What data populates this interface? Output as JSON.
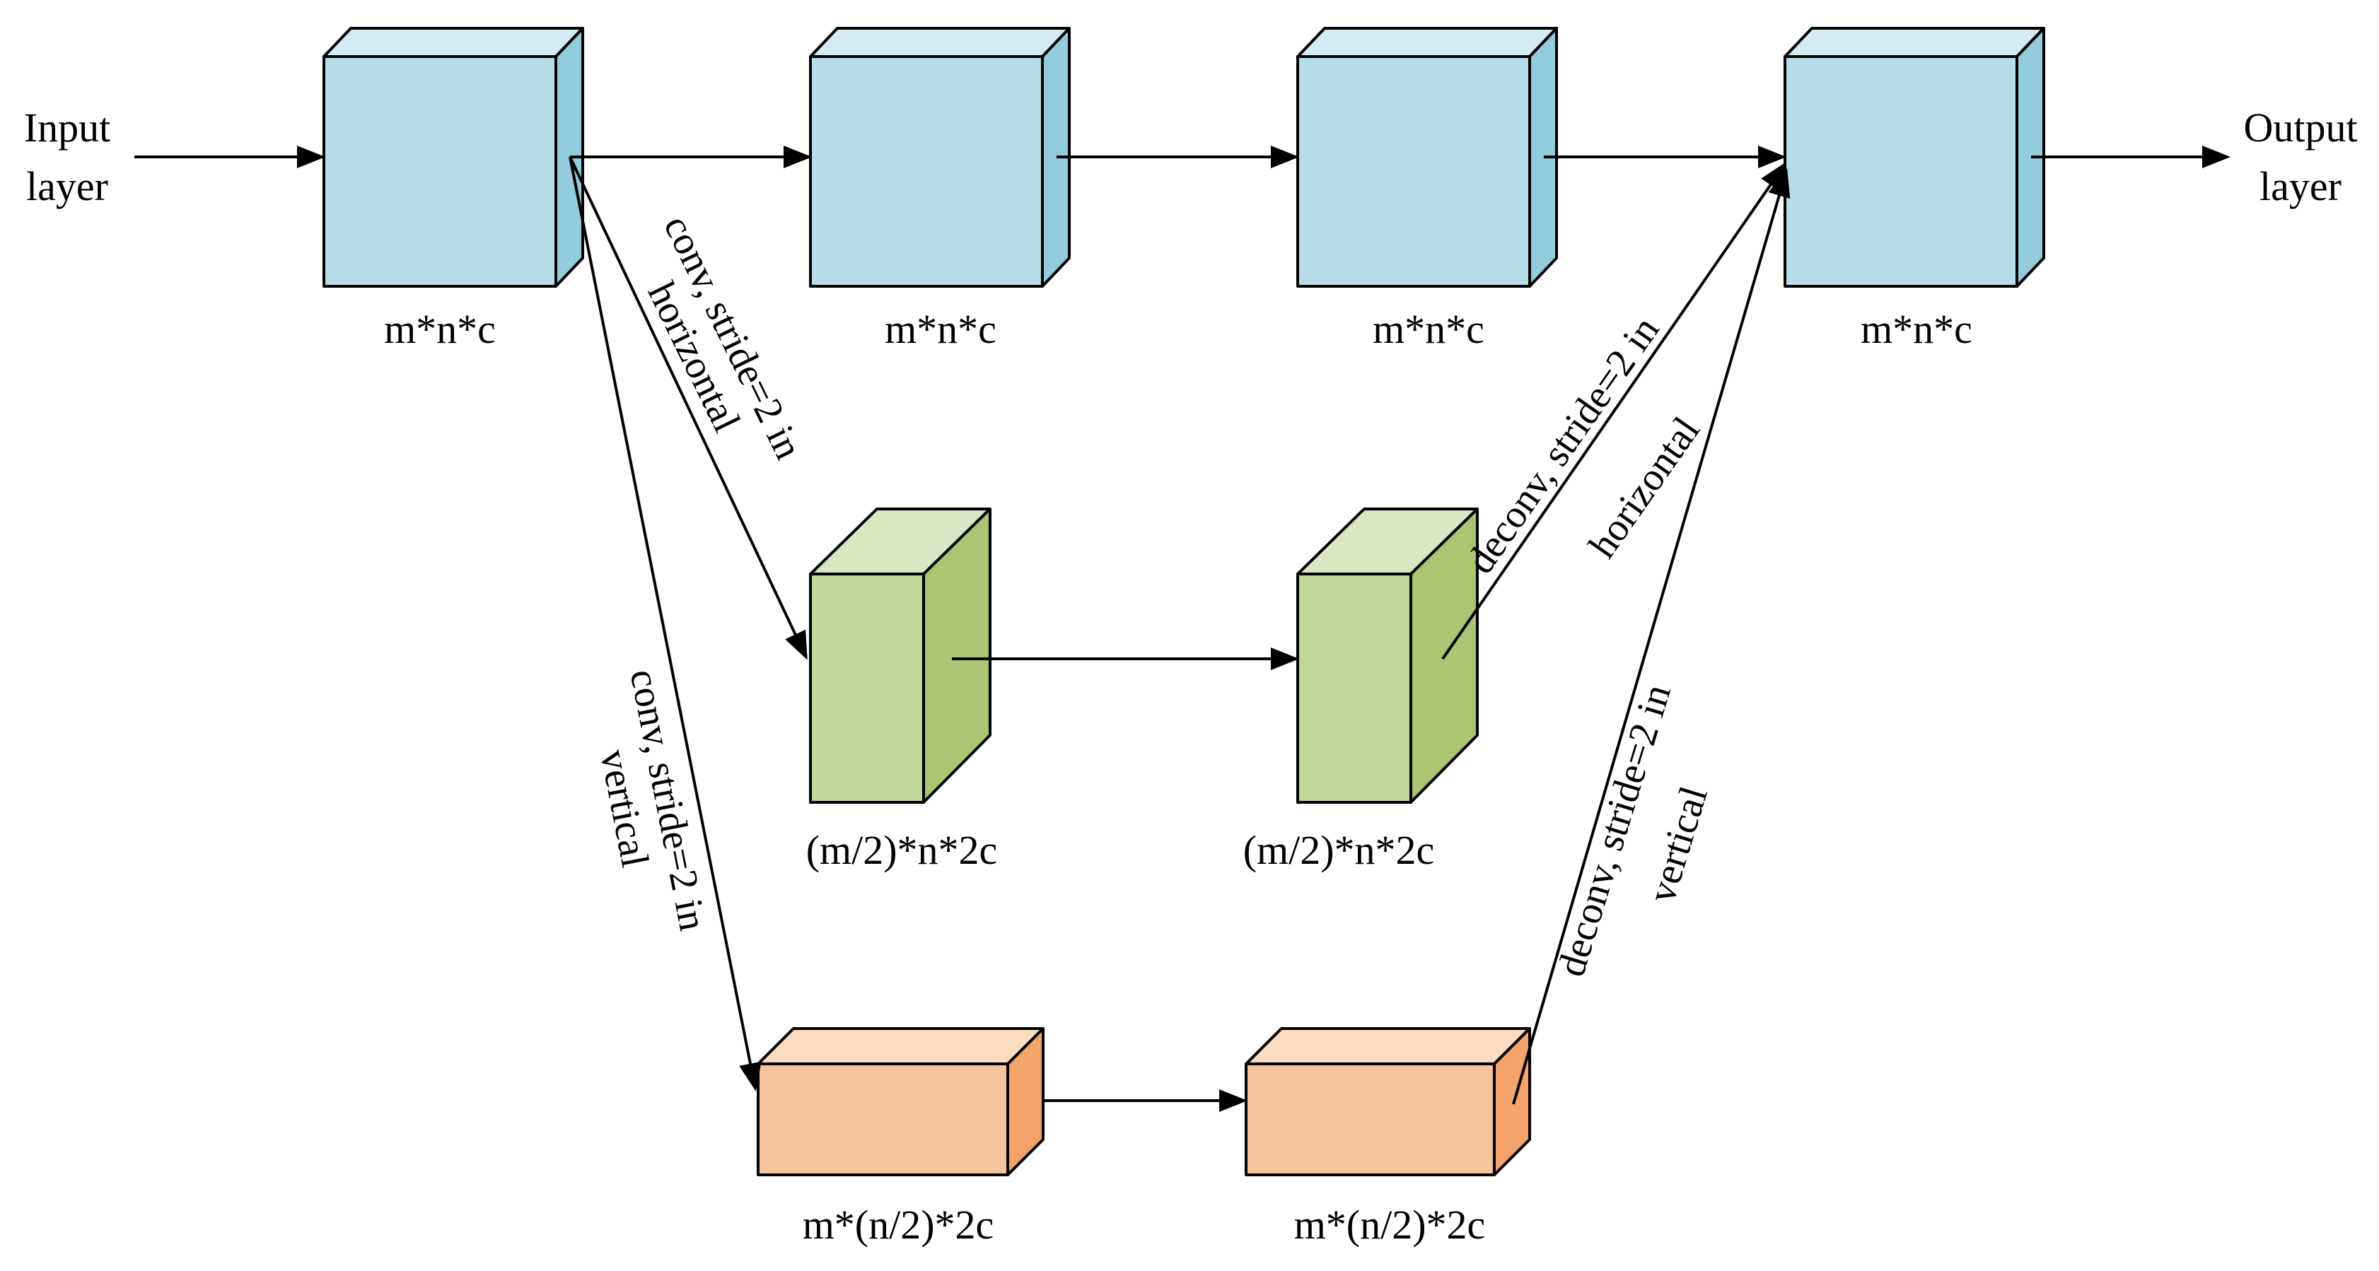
{
  "io": {
    "input_line1": "Input",
    "input_line2": "layer",
    "output_line1": "Output",
    "output_line2": "layer"
  },
  "colors": {
    "blue_front": "#b7dde8",
    "blue_side": "#93cddd",
    "blue_top": "#d3ecf3",
    "green_front": "#c4d79b",
    "green_side": "#adc472",
    "green_top": "#dbe7c3",
    "orange_front": "#f8c49b",
    "orange_side": "#f4a46a",
    "orange_top": "#fbdcc1"
  },
  "blocks": {
    "b1": "m*n*c",
    "b2": "m*n*c",
    "b3": "m*n*c",
    "b4": "m*n*c",
    "g1": "(m/2)*n*2c",
    "g2": "(m/2)*n*2c",
    "o1": "m*(n/2)*2c",
    "o2": "m*(n/2)*2c"
  },
  "edges": {
    "conv_h_1": "conv, stride=2 in",
    "conv_h_2": "horizontal",
    "conv_v_1": "conv, stride=2 in",
    "conv_v_2": "vertical",
    "deconv_h_1": "deconv, stride=2 in",
    "deconv_h_2": "horizontal",
    "deconv_v_1": "deconv, stride=2 in",
    "deconv_v_2": "vertical"
  }
}
